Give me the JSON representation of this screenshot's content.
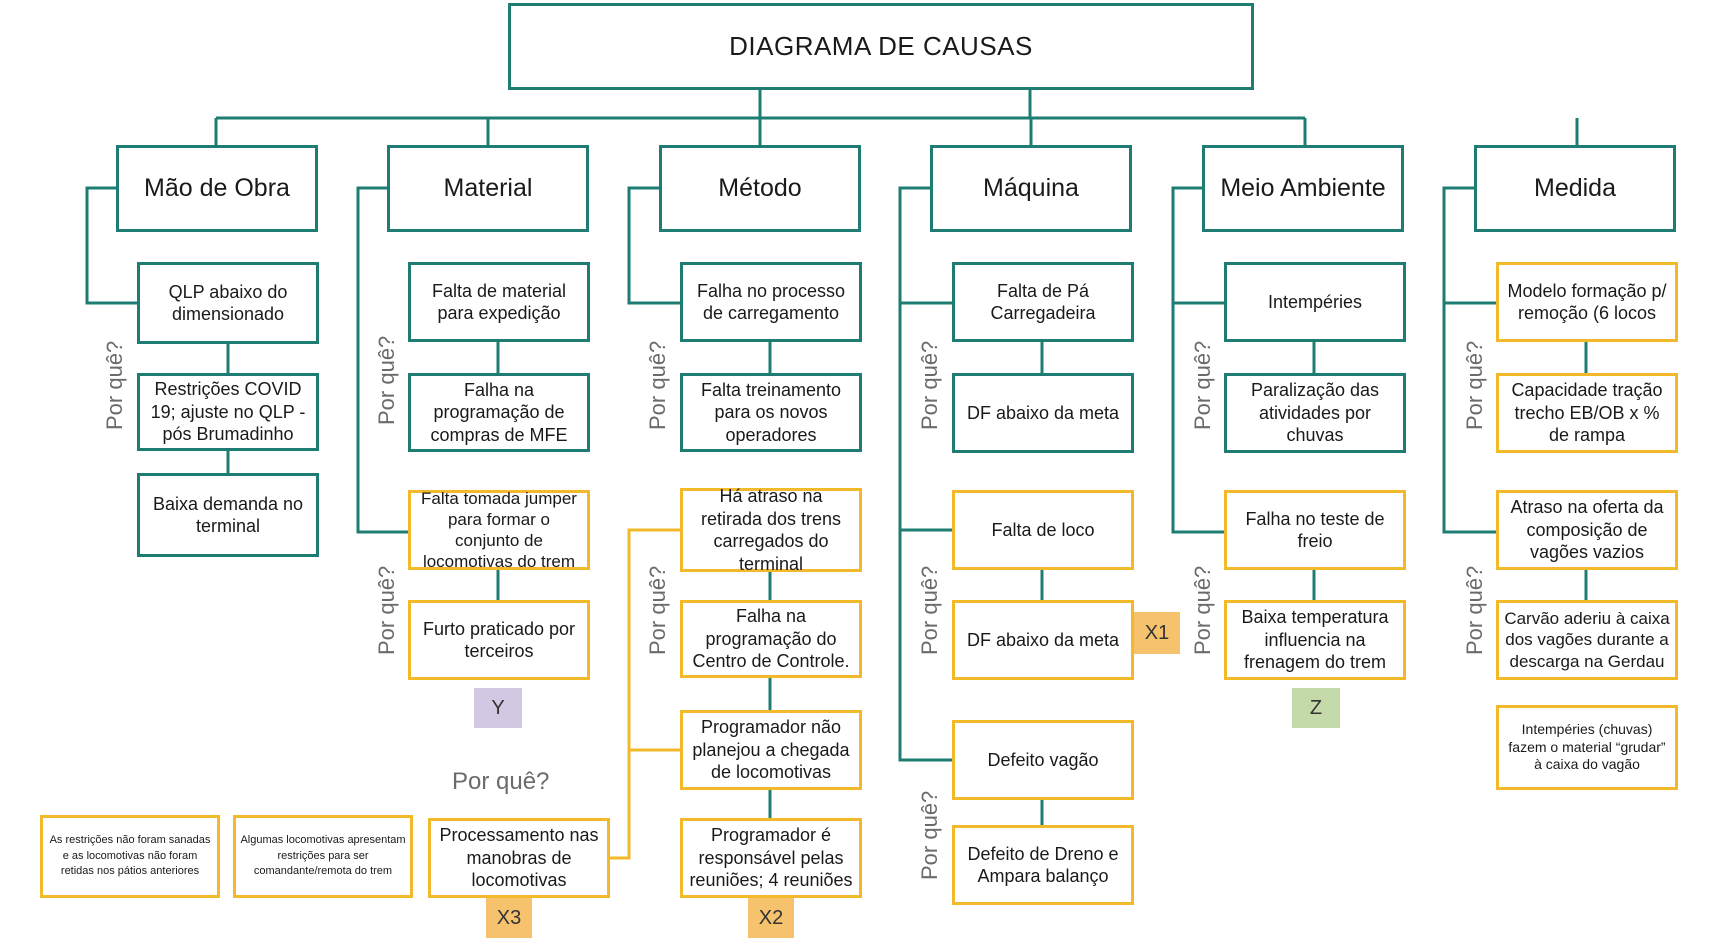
{
  "title": "DIAGRAMA  DE CAUSAS",
  "colors": {
    "teal": "#1e7c72",
    "gold": "#f2b92a",
    "tag_orange": "#f6c26e",
    "tag_purple": "#d2c8e3",
    "tag_green": "#c4dba9"
  },
  "categories": {
    "mao_de_obra": "Mão de Obra",
    "material": "Material",
    "metodo": "Método",
    "maquina": "Máquina",
    "meio_ambiente": "Meio Ambiente",
    "medida": "Medida"
  },
  "why_label": "Por quê?",
  "mao_de_obra": {
    "n1": "QLP abaixo do dimensionado",
    "n2": "Restrições COVID 19; ajuste no QLP - pós Brumadinho",
    "n3": "Baixa demanda no terminal"
  },
  "material": {
    "n1": "Falta de material para expedição",
    "n2": "Falha na programação de compras de MFE",
    "n3": "Falta tomada jumper para formar o conjunto de locomotivas do trem",
    "n4": "Furto praticado por terceiros",
    "tag": "Y"
  },
  "metodo": {
    "n1": "Falha no processo de carregamento",
    "n2": "Falta treinamento para os novos operadores",
    "n3": "Há atraso na retirada dos trens carregados do terminal",
    "n4": "Falha na programação do Centro de Controle.",
    "n5": "Programador não planejou a chegada de locomotivas",
    "n6": "Programador é responsável pelas reuniões; 4 reuniões",
    "tag": "X2"
  },
  "maquina": {
    "n1": "Falta de Pá Carregadeira",
    "n2": "DF abaixo da meta",
    "n3": "Falta de loco",
    "n4": "DF abaixo da meta",
    "n5": "Defeito vagão",
    "n6": "Defeito de Dreno e Ampara balanço",
    "tag": "X1"
  },
  "meio_ambiente": {
    "n1": "Intempéries",
    "n2": "Paralização das atividades por chuvas",
    "n3": "Falha no teste de freio",
    "n4": "Baixa temperatura influencia na frenagem do trem",
    "tag": "Z"
  },
  "medida": {
    "n1": "Modelo formação p/ remoção (6 locos",
    "n2": "Capacidade tração trecho EB/OB x % de rampa",
    "n3": "Atraso na oferta da composição de vagões vazios",
    "n4": "Carvão aderiu à caixa dos vagões durante a descarga na Gerdau",
    "n5": "Intempéries (chuvas) fazem o material “grudar” à caixa do vagão"
  },
  "chain": {
    "c1": "As restrições não foram sanadas e as locomotivas não foram retidas nos pátios anteriores",
    "c2": "Algumas locomotivas apresentam restrições para ser comandante/remota do trem",
    "c3": "Processamento nas manobras de locomotivas",
    "tag": "X3"
  }
}
